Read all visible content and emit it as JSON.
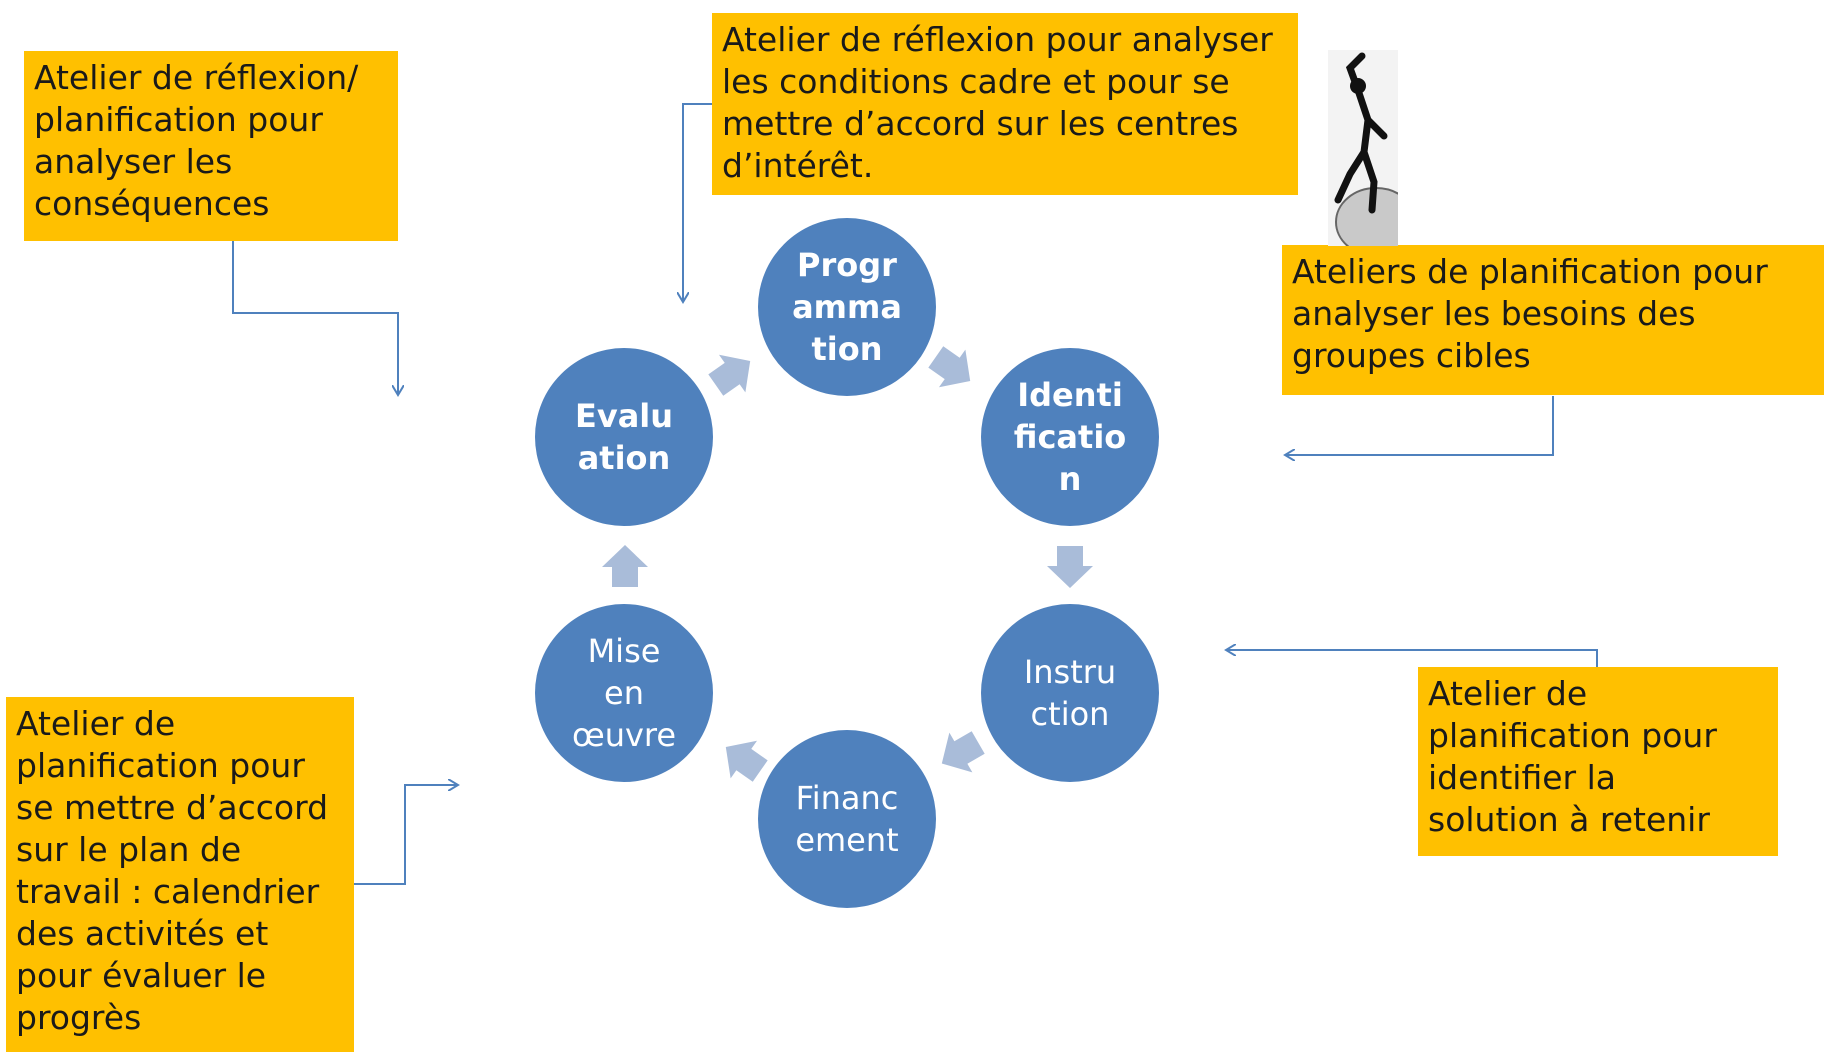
{
  "colors": {
    "note_fill": "#ffc000",
    "node_fill": "#4f81bd",
    "chevron_fill": "#a9bcd9",
    "connector": "#4f81bd"
  },
  "cycle": {
    "nodes": [
      {
        "id": "programmation",
        "label": "Progr\namma\ntion",
        "bold": true
      },
      {
        "id": "identification",
        "label": "Identi\nficatio\nn",
        "bold": true
      },
      {
        "id": "instruction",
        "label": "Instru\nction",
        "bold": false
      },
      {
        "id": "financement",
        "label": "Financ\nement",
        "bold": false
      },
      {
        "id": "mise-en-oeuvre",
        "label": "Mise\nen\nœuvre",
        "bold": false
      },
      {
        "id": "evaluation",
        "label": "Evalu\nation",
        "bold": true
      }
    ]
  },
  "notes": {
    "top_left": "Atelier de réflexion/\nplanification pour\nanalyser les\nconséquences",
    "top_center": "Atelier de réflexion pour analyser\nles conditions cadre et pour se\nmettre d’accord sur les centres\nd’intérêt.",
    "right_top": "Ateliers de planification pour\nanalyser les besoins des\ngroupes cibles",
    "right_bottom": "Atelier de\nplanification pour\nidentifier la\nsolution à retenir",
    "bottom_left": "Atelier de\nplanification pour\nse mettre d’accord\nsur le plan de\ntravail : calendrier\ndes activités et\npour évaluer le\nprogrès"
  },
  "icons": {
    "figure": "climbing-figure-icon"
  }
}
